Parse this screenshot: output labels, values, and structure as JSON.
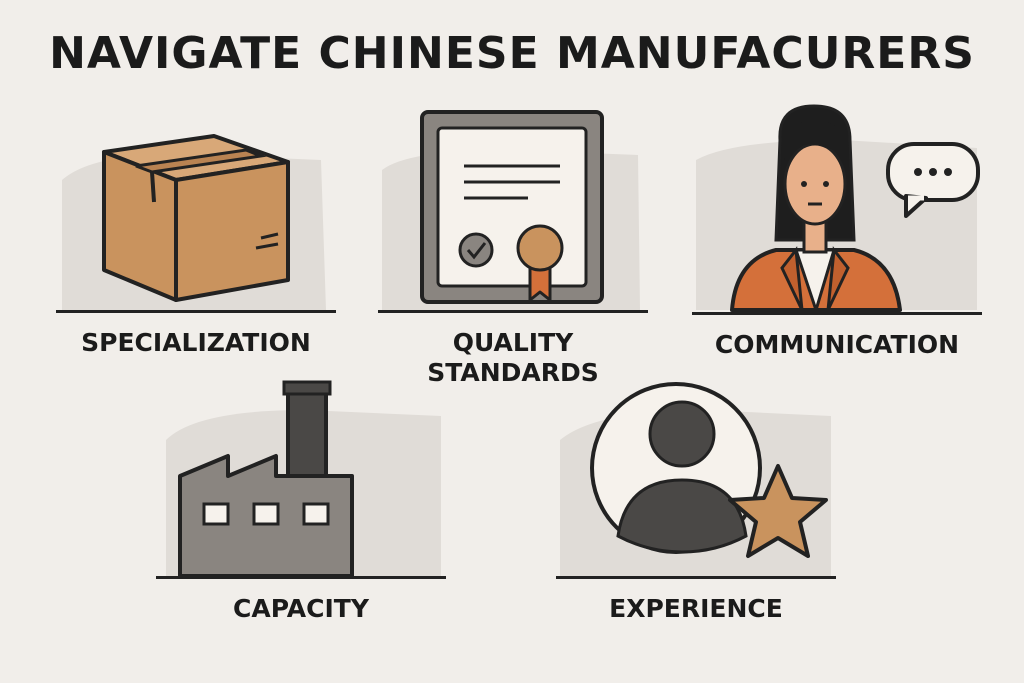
{
  "title": "NAVIGATE CHINESE MANUFACURERS",
  "factors": [
    {
      "label": "SPECIALIZATION",
      "icon": "box-icon"
    },
    {
      "label": "QUALITY STANDARDS",
      "line1": "QUALITY",
      "line2": "STANDARDS",
      "icon": "certificate-icon"
    },
    {
      "label": "COMMUNICATION",
      "icon": "person-speech-icon"
    },
    {
      "label": "CAPACITY",
      "icon": "factory-icon"
    },
    {
      "label": "EXPERIENCE",
      "icon": "user-star-icon"
    }
  ],
  "colors": {
    "background": "#f1eeea",
    "shadow": "#e0dcd7",
    "box": "#c9935e",
    "accent": "#d4703a",
    "gray": "#8a8580",
    "dark": "#4a4846",
    "star": "#c9935e",
    "outline": "#222222"
  }
}
